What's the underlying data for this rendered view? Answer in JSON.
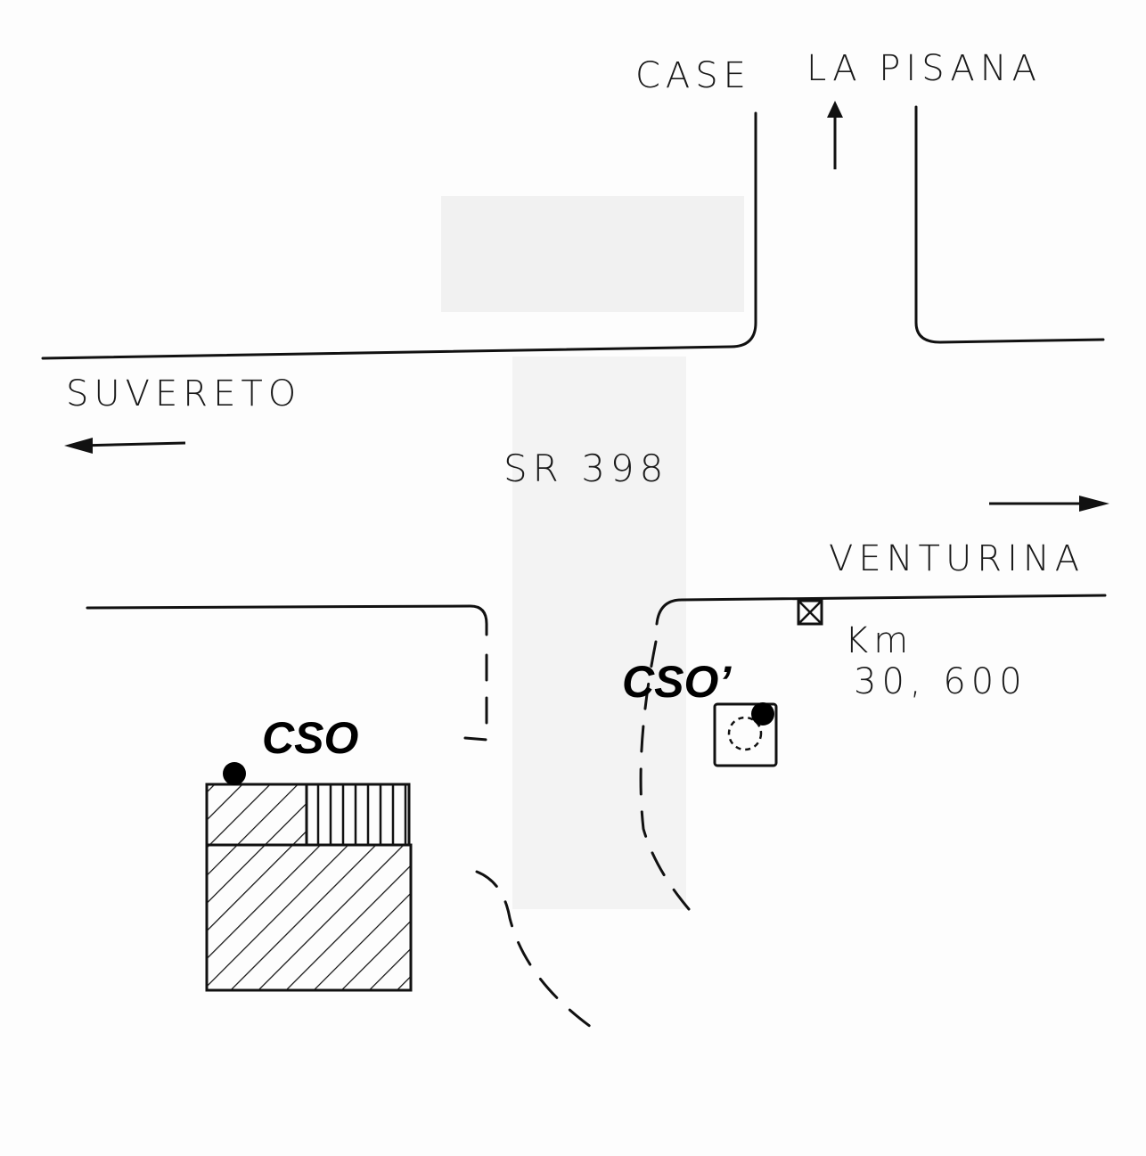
{
  "labels": {
    "case": "CASE",
    "la_pisana": "LA PISANA",
    "suvereto": "SUVERETO",
    "road_name": "SR 398",
    "venturina": "VENTURINA",
    "km_label": "Km",
    "km_value": "30, 600",
    "cso": "CSO",
    "cso_prime": "CSO’"
  }
}
